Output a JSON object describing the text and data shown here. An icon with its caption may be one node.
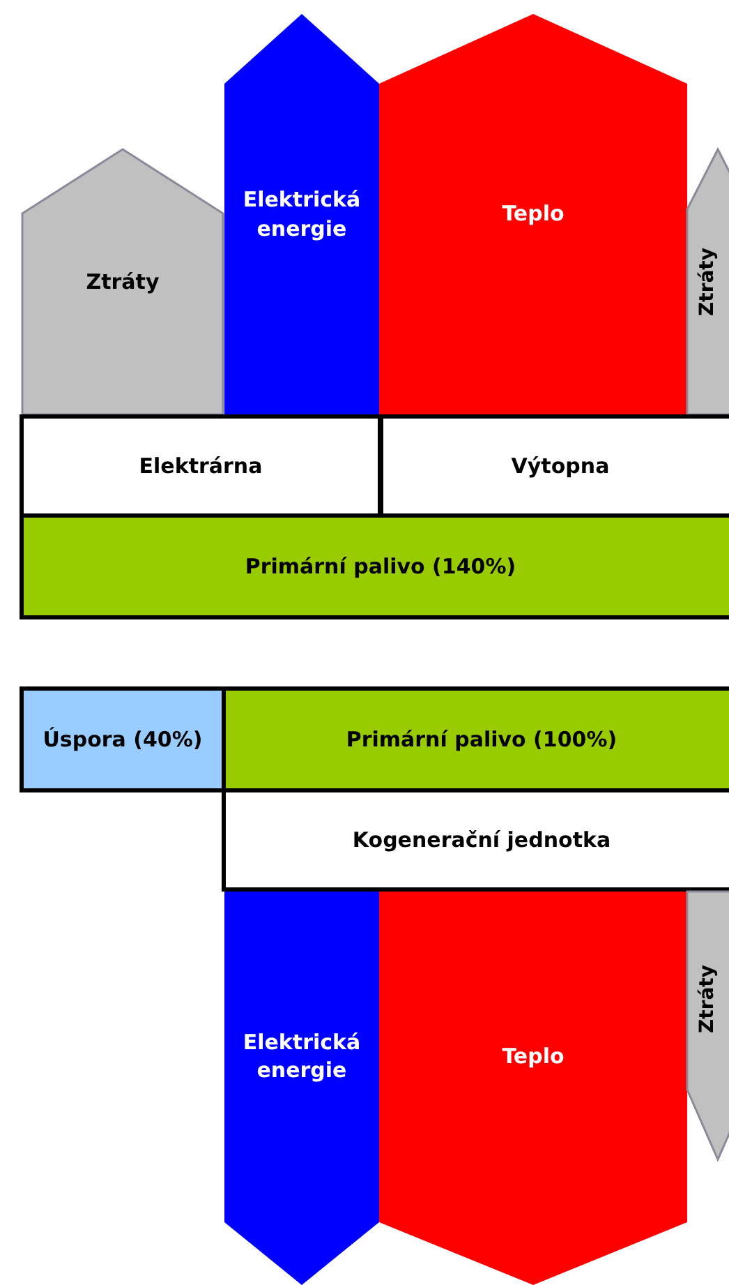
{
  "diagram": {
    "nodes": [
      {
        "text": [
          "Ztráty"
        ]
      },
      {
        "text": [
          "Elektrická energie"
        ]
      },
      {
        "text": [
          "Teplo"
        ]
      },
      {
        "text": [
          "Ztráty"
        ]
      },
      {
        "text": [
          "Elektrárna"
        ]
      },
      {
        "text": [
          "Výtopna"
        ]
      },
      {
        "text": [
          "Primární palivo (140%)"
        ]
      },
      {
        "text": [
          "Úspora (40%)"
        ]
      },
      {
        "text": [
          "Primární palivo (100%)"
        ]
      },
      {
        "text": [
          "Kogenerační jednotka"
        ]
      },
      {
        "text": [
          "Elektrická energie"
        ]
      },
      {
        "text": [
          "Teplo"
        ]
      },
      {
        "text": [
          "Ztráty"
        ]
      }
    ]
  }
}
